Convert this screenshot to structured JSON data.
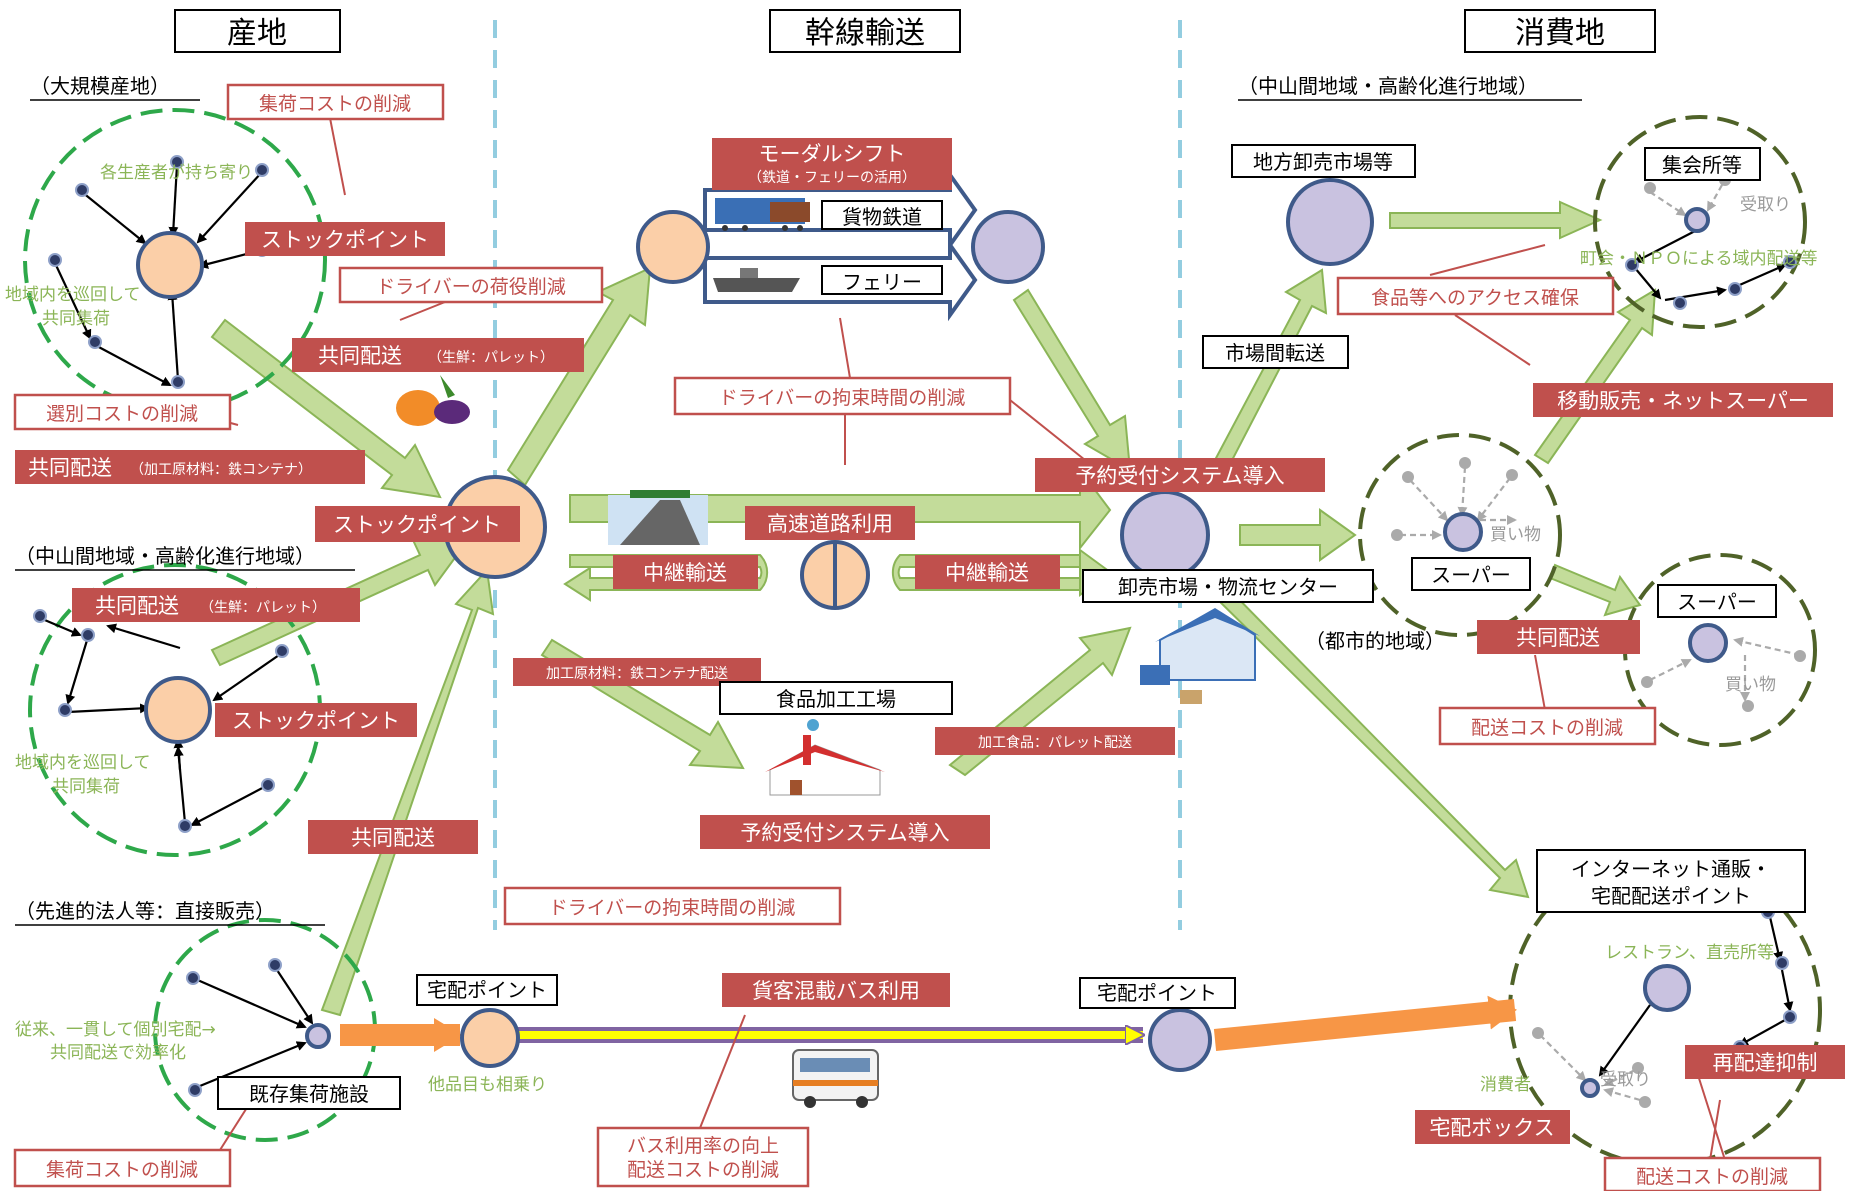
{
  "headers": {
    "origin": "産地",
    "trunk": "幹線輸送",
    "consumption": "消費地"
  },
  "regions": {
    "large_scale": "（大規模産地）",
    "mountain_left": "（中山間地域・高齢化進行地域）",
    "advanced": "（先進的法人等：直接販売）",
    "mountain_right": "（中山間地域・高齢化進行地域）",
    "urban": "（都市的地域）"
  },
  "red_outline_labels": {
    "collection_cost_top": "集荷コストの削減",
    "driver_loading": "ドライバーの荷役削減",
    "sorting_cost": "選別コストの削減",
    "driver_binding_mid": "ドライバーの拘束時間の削減",
    "driver_binding_bottom": "ドライバーの拘束時間の削減",
    "food_access": "食品等へのアクセス確保",
    "delivery_cost_super": "配送コストの削減",
    "collection_cost_bottom": "集荷コストの削減",
    "bus_rate": "バス利用率の向上",
    "bus_cost": "配送コストの削減",
    "delivery_cost_bottom": "配送コストの削減"
  },
  "red_filled_labels": {
    "stock_point_top": "ストックポイント",
    "joint_delivery_fresh": "共同配送",
    "joint_delivery_fresh_sub": "（生鮮：パレット）",
    "joint_delivery_container": "共同配送",
    "joint_delivery_container_sub": "（加工原材料：鉄コンテナ）",
    "stock_point_hub": "ストックポイント",
    "joint_delivery_mid": "共同配送",
    "joint_delivery_mid_sub": "（生鮮：パレット）",
    "stock_point_mid": "ストックポイント",
    "joint_delivery_bottom": "共同配送",
    "modal_shift": "モーダルシフト",
    "modal_shift_sub": "（鉄道・フェリーの活用）",
    "highway": "高速道路利用",
    "relay_left": "中継輸送",
    "relay_right": "中継輸送",
    "processing_container": "加工原材料：鉄コンテナ配送",
    "processed_pallet": "加工食品：パレット配送",
    "reservation_top": "予約受付システム導入",
    "reservation_factory": "予約受付システム導入",
    "bus_mixed": "貨客混載バス利用",
    "mobile_sales": "移動販売・ネットスーパー",
    "joint_delivery_urban": "共同配送",
    "redelivery": "再配達抑制",
    "delivery_box": "宅配ボックス"
  },
  "boxes": {
    "freight_rail": "貨物鉄道",
    "ferry": "フェリー",
    "food_factory": "食品加工工場",
    "wholesale_center": "卸売市場・物流センター",
    "local_market": "地方卸売市場等",
    "inter_market": "市場間転送",
    "meeting_place": "集会所等",
    "super_top": "スーパー",
    "super_right": "スーパー",
    "internet_line1": "インターネット通販・",
    "internet_line2": "宅配配送ポイント",
    "home_delivery_point_left": "宅配ポイント",
    "home_delivery_point_right": "宅配ポイント",
    "existing_facility": "既存集荷施設"
  },
  "green_notes": {
    "each_producer": "各生産者が持ち寄り",
    "tour_line1": "地域内を巡回して",
    "tour_line2": "共同集荷",
    "tour2_line1": "地域内を巡回して",
    "tour2_line2": "共同集荷",
    "conventional_line1": "従来、一貫して個別宅配→",
    "conventional_line2": "共同配送で効率化",
    "other_items": "他品目も相乗り",
    "town_npo": "町会・ＮＰＯによる域内配送等",
    "restaurants": "レストラン、直売所等",
    "consumers": "消費者"
  },
  "gray_notes": {
    "pickup_top": "受取り",
    "shopping_1": "買い物",
    "shopping_2": "買い物",
    "pickup_bottom": "受取り"
  },
  "colors": {
    "red": "#c0504d",
    "green_arrow": "#c3dc9a",
    "green_arrow_stroke": "#8bb557",
    "dashed_green": "#2ea84a",
    "dashed_olive": "#4f6228",
    "node_fill_peach": "#fbcfa8",
    "node_fill_lavender": "#c9c2e0",
    "node_stroke": "#3f5a8a",
    "divider": "#93cde0",
    "orange_arrow": "#f79646",
    "bus_line_purple": "#8064a2",
    "bus_line_yellow": "#ffff00"
  }
}
